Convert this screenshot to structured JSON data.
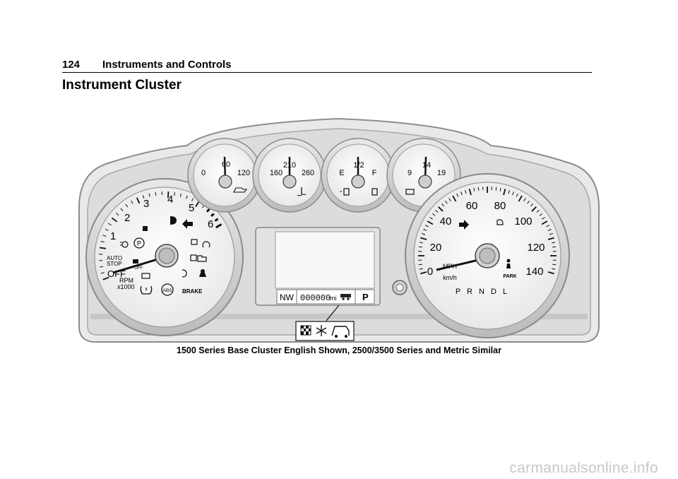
{
  "header": {
    "page_number": "124",
    "title": "Instruments and Controls"
  },
  "section_title": "Instrument Cluster",
  "figure": {
    "caption": "1500 Series Base Cluster English Shown, 2500/3500 Series and Metric Similar",
    "tachometer": {
      "numbers": [
        "1",
        "2",
        "3",
        "4",
        "5",
        "6"
      ],
      "off_label": "OFF",
      "auto_stop_line1": "AUTO",
      "auto_stop_line2": "STOP",
      "unit_line1": "RPM",
      "unit_line2": "x1000",
      "off_indicator": "OFF",
      "brake_label": "BRAKE",
      "abs_label": "ABS",
      "park_brake_symbol": "P"
    },
    "oil_gauge": {
      "ticks": [
        "0",
        "60",
        "120"
      ]
    },
    "temp_gauge": {
      "ticks": [
        "160",
        "210",
        "260"
      ]
    },
    "fuel_gauge": {
      "ticks": [
        "E",
        "1/2",
        "F"
      ]
    },
    "volt_gauge": {
      "ticks": [
        "9",
        "14",
        "19"
      ]
    },
    "speedometer": {
      "numbers": [
        "0",
        "20",
        "40",
        "60",
        "80",
        "100",
        "120",
        "140"
      ],
      "unit_mph": "MPH",
      "unit_kmh": "km/h",
      "park_label": "PARK",
      "gear_row": "P R N D L"
    },
    "info_bar": {
      "compass": "NW",
      "odometer": "000000",
      "odometer_unit": "mi",
      "gear": "P"
    }
  },
  "watermark": "carmanualsonline.info",
  "colors": {
    "face": "#f4f4f4",
    "bezel": "#d4d4d4",
    "shadow": "#9a9a9a",
    "red_zone": "#000000"
  }
}
